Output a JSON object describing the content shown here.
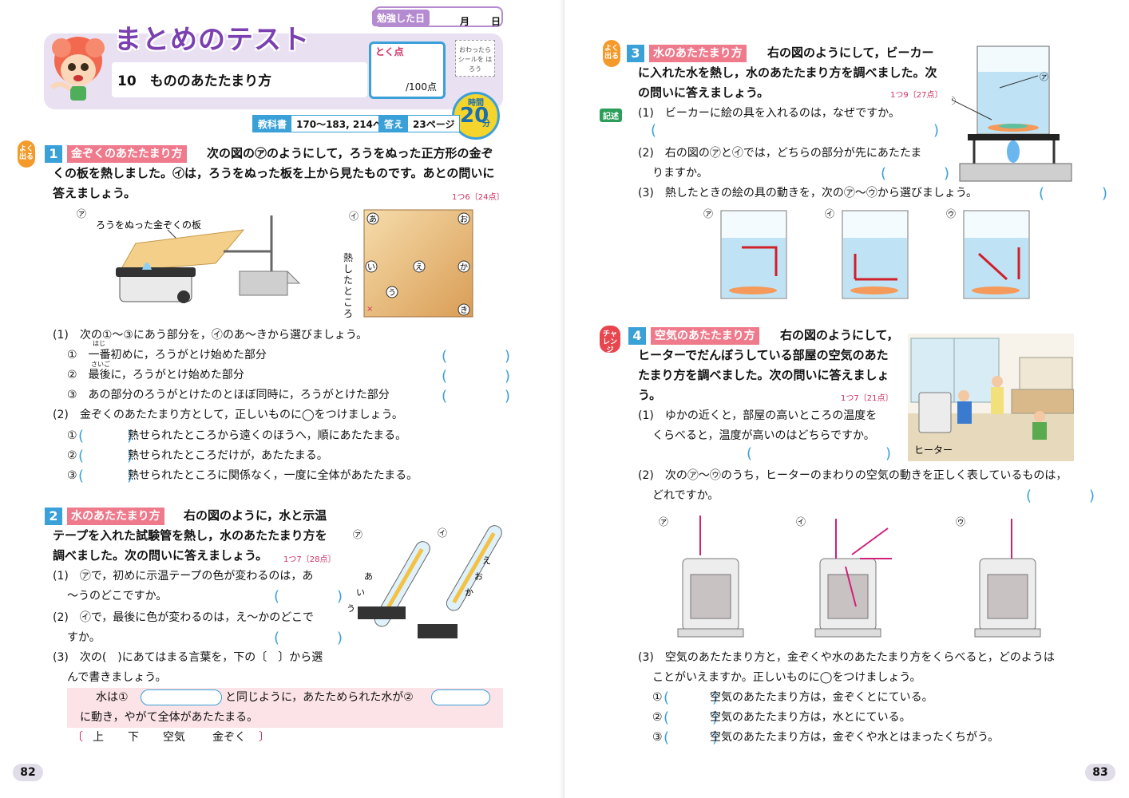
{
  "header": {
    "title": "まとめのテスト",
    "unit_title": "10　もののあたたまり方",
    "studied_label": "勉強した日",
    "month_label": "月",
    "day_label": "日",
    "score_label": "とく点",
    "score_max": "/100点",
    "sticker_text": "おわったら シールを はろう",
    "time_label": "時間",
    "time_value": "20",
    "time_unit": "分",
    "textbook_label": "教科書",
    "textbook_pages": "170～183, 214ページ",
    "answer_label": "答え",
    "answer_page": "23ページ"
  },
  "badges": {
    "yokuderu": "よく出る",
    "challenge": "チャレンジ",
    "kijutsu": "記述"
  },
  "q1": {
    "num": "1",
    "title": "金ぞくのあたたまり方",
    "intro_1": "次の図の㋐のようにして，ろうをぬった正方形の金ぞ",
    "intro_2": "くの板を熱しました。㋑は，ろうをぬった板を上から見たものです。あとの問いに",
    "intro_3": "答えましょう。",
    "points": "1つ6〔24点〕",
    "fig_a_mark": "㋐",
    "fig_a_label": "ろうをぬった金ぞくの板",
    "fig_b_mark": "㋑",
    "fig_b_side": "熱したところ",
    "plate_marks": [
      "あ",
      "い",
      "う",
      "え",
      "お",
      "か",
      "き"
    ],
    "sub1": "(1)　次の①～③にあう部分を，㋑のあ～きから選びましょう。",
    "sub1_items": [
      "①　一番初めに，ろうがとけ始めた部分",
      "②　最後に，ろうがとけ始めた部分",
      "③　あの部分のろうがとけたのとほぼ同時に，ろうがとけた部分"
    ],
    "ruby_hajime": "はじ",
    "ruby_saigo": "さいご",
    "sub2": "(2)　金ぞくのあたたまり方として，正しいものに◯をつけましょう。",
    "sub2_items": [
      "熱せられたところから遠くのほうへ，順にあたたまる。",
      "熱せられたところだけが，あたたまる。",
      "熱せられたところに関係なく，一度に全体があたたまる。"
    ],
    "sub2_nums": [
      "①",
      "②",
      "③"
    ]
  },
  "q2": {
    "num": "2",
    "title": "水のあたたまり方",
    "intro_1": "右の図のように，水と示温",
    "intro_2": "テープを入れた試験管を熱し，水のあたたまり方を",
    "intro_3": "調べました。次の問いに答えましょう。",
    "points": "1つ7〔28点〕",
    "sub1_a": "(1)　㋐で，初めに示温テープの色が変わるのは，あ",
    "sub1_b": "～うのどこですか。",
    "sub2_a": "(2)　㋑で，最後に色が変わるのは，え～かのどこで",
    "sub2_b": "すか。",
    "sub3_a": "(3)　次の(　)にあてはまる言葉を，下の〔　〕から選",
    "sub3_b": "んで書きましょう。",
    "fill_1": "水は①",
    "fill_2": "と同じように，あたためられた水が②",
    "fill_3": "に動き，やがて全体があたたまる。",
    "choices_open": "〔",
    "choices": [
      "上",
      "下",
      "空気",
      "金ぞく"
    ],
    "choices_close": "〕",
    "fig_marks": [
      "㋐",
      "㋑",
      "あ",
      "い",
      "う",
      "え",
      "お",
      "か"
    ]
  },
  "q3": {
    "num": "3",
    "title": "水のあたたまり方",
    "intro_1": "右の図のようにして，ビーカー",
    "intro_2": "に入れた水を熱し，水のあたたまり方を調べました。次",
    "intro_3": "の問いに答えましょう。",
    "points": "1つ9〔27点〕",
    "sub1": "(1)　ビーカーに絵の具を入れるのは，なぜですか。",
    "sub2_a": "(2)　右の図の㋐と㋑では，どちらの部分が先にあたたま",
    "sub2_b": "りますか。",
    "sub3": "(3)　熱したときの絵の具の動きを，次の㋐～㋒から選びましょう。",
    "fig_marks": [
      "㋐",
      "㋑"
    ],
    "option_marks": [
      "㋐",
      "㋑",
      "㋒"
    ]
  },
  "q4": {
    "num": "4",
    "title": "空気のあたたまり方",
    "intro_1": "右の図のようにして，",
    "intro_2": "ヒーターでだんぼうしている部屋の空気のあた",
    "intro_3": "たまり方を調べました。次の問いに答えましょ",
    "intro_4": "う。",
    "points": "1つ7〔21点〕",
    "heater_label": "ヒーター",
    "sub1_a": "(1)　ゆかの近くと，部屋の高いところの温度を",
    "sub1_b": "くらべると，温度が高いのはどちらですか。",
    "sub2_a": "(2)　次の㋐～㋒のうち，ヒーターのまわりの空気の動きを正しく表しているものは，",
    "sub2_b": "どれですか。",
    "option_marks": [
      "㋐",
      "㋑",
      "㋒"
    ],
    "sub3_a": "(3)　空気のあたたまり方と，金ぞくや水のあたたまり方をくらべると，どのようは",
    "sub3_b": "ことがいえますか。正しいものに◯をつけましょう。",
    "sub3_items": [
      "空気のあたたまり方は，金ぞくとにている。",
      "空気のあたたまり方は，水とにている。",
      "空気のあたたまり方は，金ぞくや水とはまったくちがう。"
    ],
    "sub3_nums": [
      "①",
      "②",
      "③"
    ]
  },
  "page_numbers": {
    "left": "82",
    "right": "83"
  },
  "colors": {
    "accent_blue": "#3aa0d8",
    "title_pink": "#ef7a8c",
    "header_purple": "#e9e0f2",
    "point_red": "#d03060"
  }
}
